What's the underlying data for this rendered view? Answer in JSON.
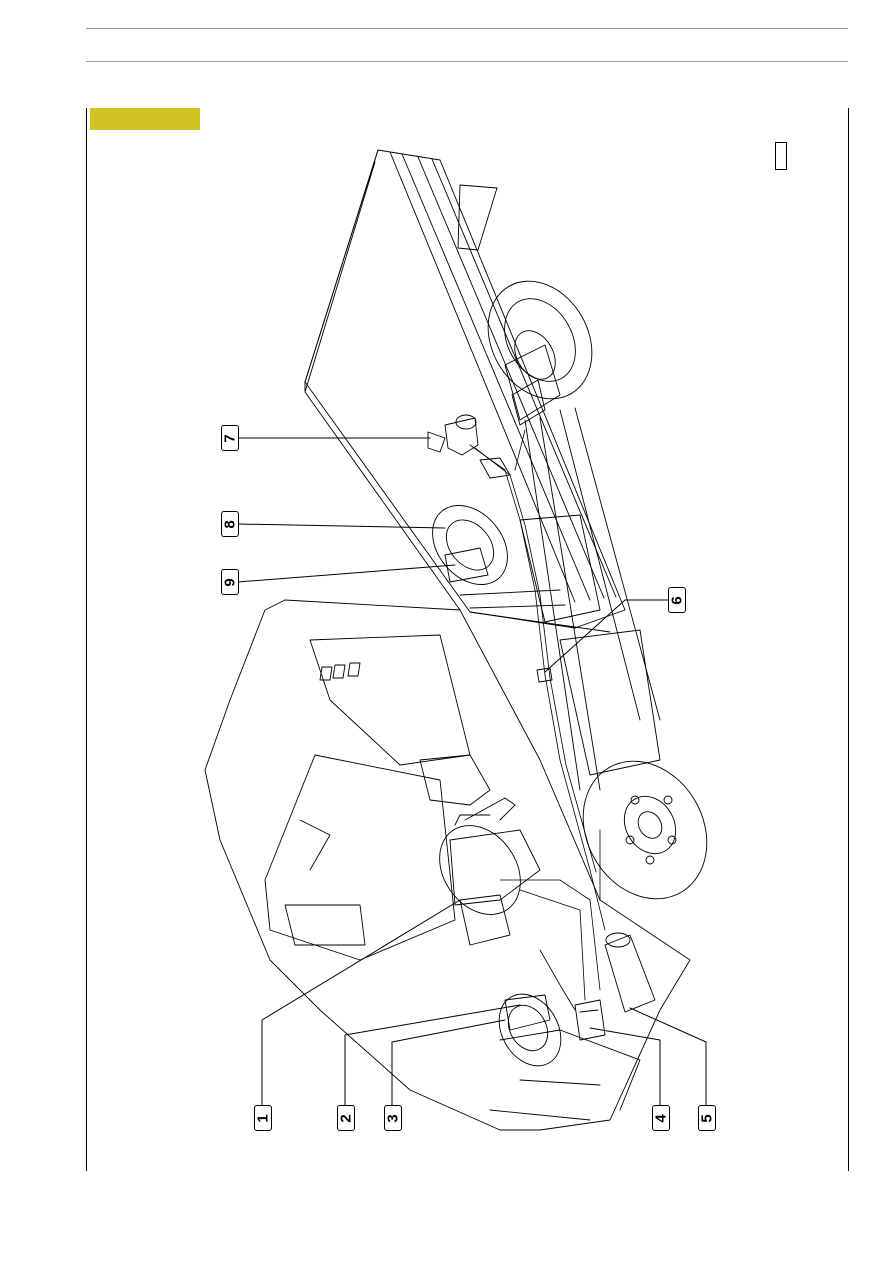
{
  "colors": {
    "tag": "#cfc423",
    "rule": "#9a9a9a",
    "ink": "#000000"
  },
  "callouts": [
    {
      "id": "1",
      "label": "1"
    },
    {
      "id": "2",
      "label": "2"
    },
    {
      "id": "3",
      "label": "3"
    },
    {
      "id": "4",
      "label": "4"
    },
    {
      "id": "5",
      "label": "5"
    },
    {
      "id": "6",
      "label": "6"
    },
    {
      "id": "7",
      "label": "7"
    },
    {
      "id": "8",
      "label": "8"
    },
    {
      "id": "9",
      "label": "9"
    }
  ]
}
